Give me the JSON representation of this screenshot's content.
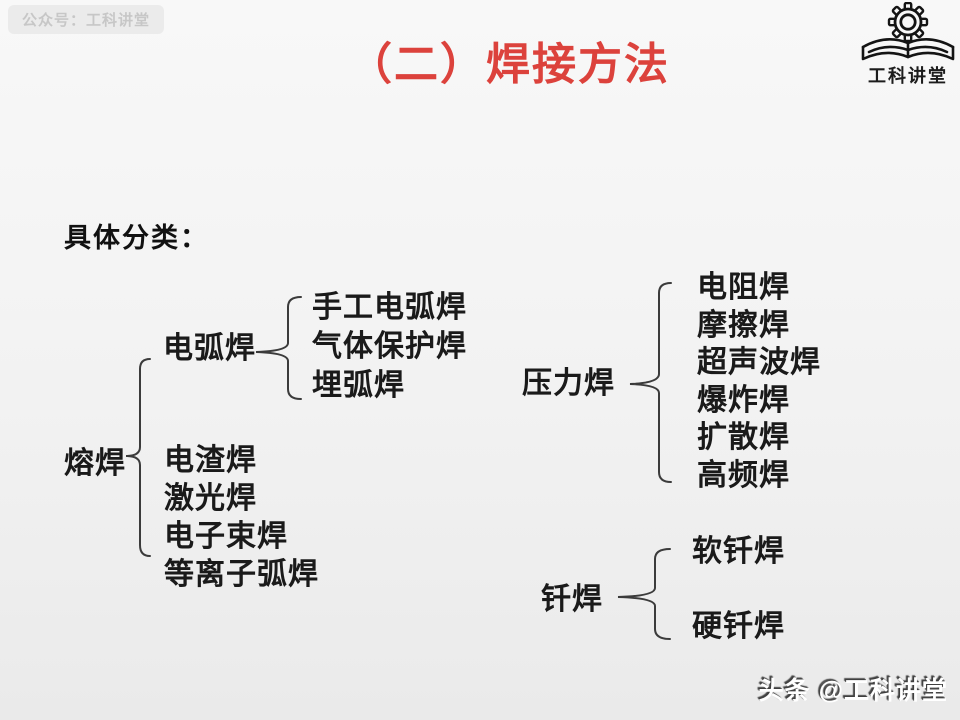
{
  "header": {
    "badge": "公众号：工科讲堂",
    "title": "（二）焊接方法",
    "logo": {
      "text": "工科讲堂",
      "icon": "gear-book-icon"
    }
  },
  "body": {
    "section_label": "具体分类："
  },
  "tree": {
    "fusion": {
      "label": "熔焊",
      "arc_group": {
        "label": "电弧焊",
        "children": [
          "手工电弧焊",
          "气体保护焊",
          "埋弧焊"
        ]
      },
      "direct_children": [
        "电渣焊",
        "激光焊",
        "电子束焊",
        "等离子弧焊"
      ]
    },
    "pressure": {
      "label": "压力焊",
      "children": [
        "电阻焊",
        "摩擦焊",
        "超声波焊",
        "爆炸焊",
        "扩散焊",
        "高频焊"
      ]
    },
    "brazing": {
      "label": "钎焊",
      "children": [
        "软钎焊",
        "硬钎焊"
      ]
    }
  },
  "footer": {
    "watermark": "头条 @工科讲堂"
  },
  "colors": {
    "title_red": "#dc423c",
    "text_black": "#1a1a1a",
    "brace_line": "#3b3b3b",
    "badge_bg": "#ebebeb",
    "badge_text": "#c7c7c7",
    "watermark_white": "#ffffff"
  }
}
